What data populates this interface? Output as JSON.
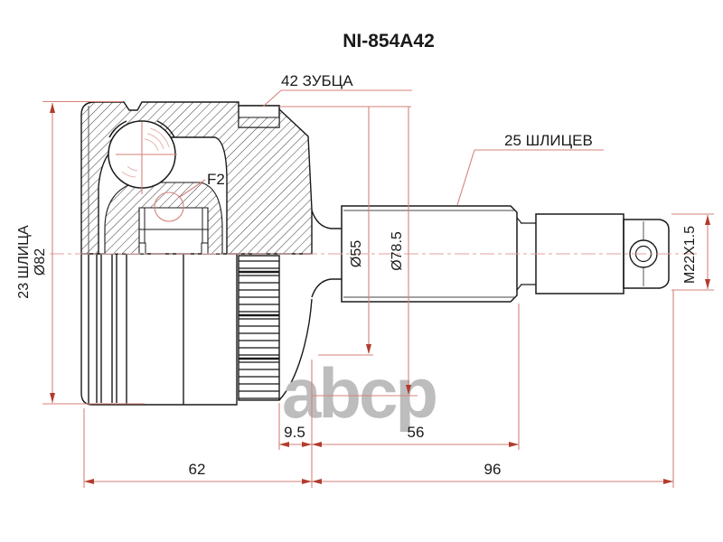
{
  "title": "NI-854A42",
  "watermark": "abcp",
  "callouts": {
    "abs_teeth": "42 ЗУБЦА",
    "shaft_splines": "25 ШЛИЦЕВ",
    "inner_splines": "23 ШЛИЦА",
    "snap_ring": "F2"
  },
  "diameters": {
    "housing_od": "Ø82",
    "boot_groove": "Ø55",
    "body": "Ø78.5",
    "thread": "M22X1.5"
  },
  "lengths": {
    "ring_offset": "9.5",
    "spline_section": "56",
    "housing_length": "62",
    "shaft_length": "96"
  },
  "colors": {
    "line": "#1a1a1a",
    "dimension_line": "#d4827a",
    "arrow": "#b23b2e",
    "centerline": "#e2a19b",
    "watermark": "#bdbdbd"
  }
}
